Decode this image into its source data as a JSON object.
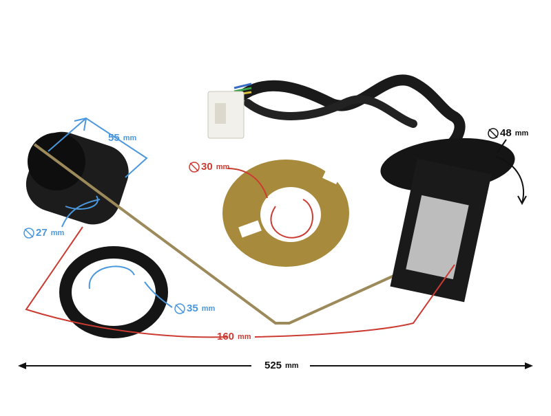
{
  "colors": {
    "blue": "#4a97dd",
    "red": "#cc3b32",
    "black": "#111111",
    "rubber": "#1a1a1a",
    "plate": "#a88a3c",
    "rod": "#9c8a5a"
  },
  "dimensions": {
    "float_length": {
      "value": "55",
      "unit": "mm",
      "color": "blue"
    },
    "float_diameter": {
      "value": "27",
      "unit": "mm",
      "diameter_symbol": true,
      "color": "blue"
    },
    "ring_inner_diameter": {
      "value": "30",
      "unit": "mm",
      "diameter_symbol": true,
      "color": "red"
    },
    "flange_diameter": {
      "value": "48",
      "unit": "mm",
      "diameter_symbol": true,
      "color": "black"
    },
    "gasket_diameter": {
      "value": "35",
      "unit": "mm",
      "diameter_symbol": true,
      "color": "blue"
    },
    "arm_length": {
      "value": "160",
      "unit": "mm",
      "color": "red"
    },
    "total_length": {
      "value": "525",
      "unit": "mm",
      "color": "black"
    }
  },
  "parts": [
    "float",
    "float-arm-rod",
    "rubber-gasket",
    "lock-ring",
    "sender-unit",
    "wire-harness",
    "connector-plug"
  ]
}
